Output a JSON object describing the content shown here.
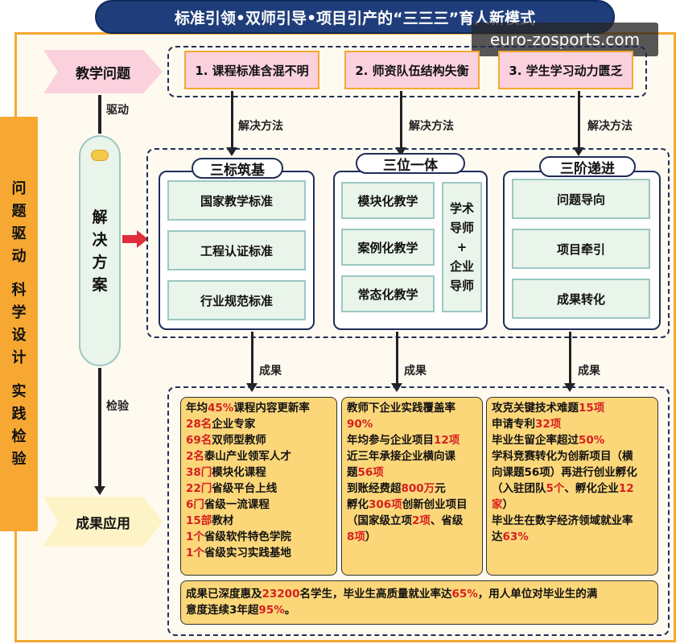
{
  "title": "标准引领•双师引导•项目引产的“三三三”育人新模式",
  "watermark": "euro-zosports.com",
  "side_label": [
    "问",
    "题",
    "驱",
    "动",
    "",
    "科",
    "学",
    "设",
    "计",
    "",
    "实",
    "践",
    "检",
    "验"
  ],
  "left_flow": {
    "problem_tag": "教学问题",
    "drive_label": "驱动",
    "solution_pill": [
      "解",
      "决",
      "方",
      "案"
    ],
    "check_label": "检验",
    "result_tag": "成果应用"
  },
  "problems": [
    "1. 课程标准含混不明",
    "2. 师资队伍结构失衡",
    "3. 学生学习动力匮乏"
  ],
  "method_label": "解决方法",
  "result_label": "成果",
  "columns": {
    "c1": {
      "title": "三标筑基",
      "items": [
        "国家教学标准",
        "工程认证标准",
        "行业规范标准"
      ]
    },
    "c2": {
      "title": "三位一体",
      "items": [
        "模块化教学",
        "案例化教学",
        "常态化教学"
      ],
      "side": [
        "学术",
        "导师",
        "+",
        "企业",
        "导师"
      ]
    },
    "c3": {
      "title": "三阶递进",
      "items": [
        "问题导向",
        "项目牵引",
        "成果转化"
      ]
    }
  },
  "results": {
    "r1": [
      [
        [
          "年均",
          ""
        ],
        [
          "45%",
          "red"
        ],
        [
          "课程内容更新率",
          ""
        ]
      ],
      [
        [
          "28名",
          "red"
        ],
        [
          "企业专家",
          ""
        ]
      ],
      [
        [
          "69名",
          "red"
        ],
        [
          "双师型教师",
          ""
        ]
      ],
      [
        [
          "2名",
          "red"
        ],
        [
          "泰山产业领军人才",
          ""
        ]
      ],
      [
        [
          "38门",
          "red"
        ],
        [
          "模块化课程",
          ""
        ]
      ],
      [
        [
          "22门",
          "red"
        ],
        [
          "省级平台上线",
          ""
        ]
      ],
      [
        [
          "6门",
          "red"
        ],
        [
          "省级一流课程",
          ""
        ]
      ],
      [
        [
          "15部",
          "red"
        ],
        [
          "教材",
          ""
        ]
      ],
      [
        [
          "1个",
          "red"
        ],
        [
          "省级软件特色学院",
          ""
        ]
      ],
      [
        [
          "1个",
          "red"
        ],
        [
          "省级实习实践基地",
          ""
        ]
      ]
    ],
    "r2": [
      [
        [
          "教师下企业实践覆盖率",
          ""
        ]
      ],
      [
        [
          "90%",
          "red"
        ]
      ],
      [
        [
          "年均参与企业项目",
          ""
        ],
        [
          "12项",
          "red"
        ]
      ],
      [
        [
          "近三年承接企业横向课",
          ""
        ]
      ],
      [
        [
          "题",
          ""
        ],
        [
          "56项",
          "red"
        ]
      ],
      [
        [
          "到账经费超",
          ""
        ],
        [
          "800万",
          "red"
        ],
        [
          "元",
          ""
        ]
      ],
      [
        [
          "孵化",
          ""
        ],
        [
          "306项",
          "red"
        ],
        [
          "创新创业项目",
          ""
        ]
      ],
      [
        [
          "（国家级立项",
          ""
        ],
        [
          "2项",
          "red"
        ],
        [
          "、省级",
          ""
        ]
      ],
      [
        [
          "8项",
          "red"
        ],
        [
          "）",
          ""
        ]
      ]
    ],
    "r3": [
      [
        [
          "攻克关键技术难题",
          ""
        ],
        [
          "15项",
          "red"
        ]
      ],
      [
        [
          "申请专利",
          ""
        ],
        [
          "32项",
          "red"
        ]
      ],
      [
        [
          "毕业生留企率超过",
          ""
        ],
        [
          "50%",
          "red"
        ]
      ],
      [
        [
          "学科竞赛转化为创新项目（横",
          ""
        ]
      ],
      [
        [
          "向课题56项）再进行创业孵化",
          ""
        ]
      ],
      [
        [
          "（入驻团队",
          ""
        ],
        [
          "5个",
          "red"
        ],
        [
          "、孵化企业",
          ""
        ],
        [
          "12",
          "red"
        ]
      ],
      [
        [
          "家",
          "red"
        ],
        [
          "）",
          ""
        ]
      ],
      [
        [
          "毕业生在数字经济领域就业率",
          ""
        ]
      ],
      [
        [
          "达",
          ""
        ],
        [
          "63%",
          "red"
        ]
      ]
    ],
    "summary": [
      [
        [
          "成果已深度惠及",
          ""
        ],
        [
          "23200",
          "red"
        ],
        [
          "名学生，毕业生高质量就业率达",
          ""
        ],
        [
          "65%",
          "red"
        ],
        [
          "，用人单位对毕业生的满",
          ""
        ]
      ],
      [
        [
          "意度连续3年超",
          ""
        ],
        [
          "95%",
          "red"
        ],
        [
          "。",
          ""
        ]
      ]
    ]
  },
  "colors": {
    "accent": "#f6a833",
    "pink": "#fbd1dd",
    "green": "#e9f4ea",
    "result": "#fcd77a",
    "navy": "#1f3d7a",
    "red": "#d61f1f"
  }
}
